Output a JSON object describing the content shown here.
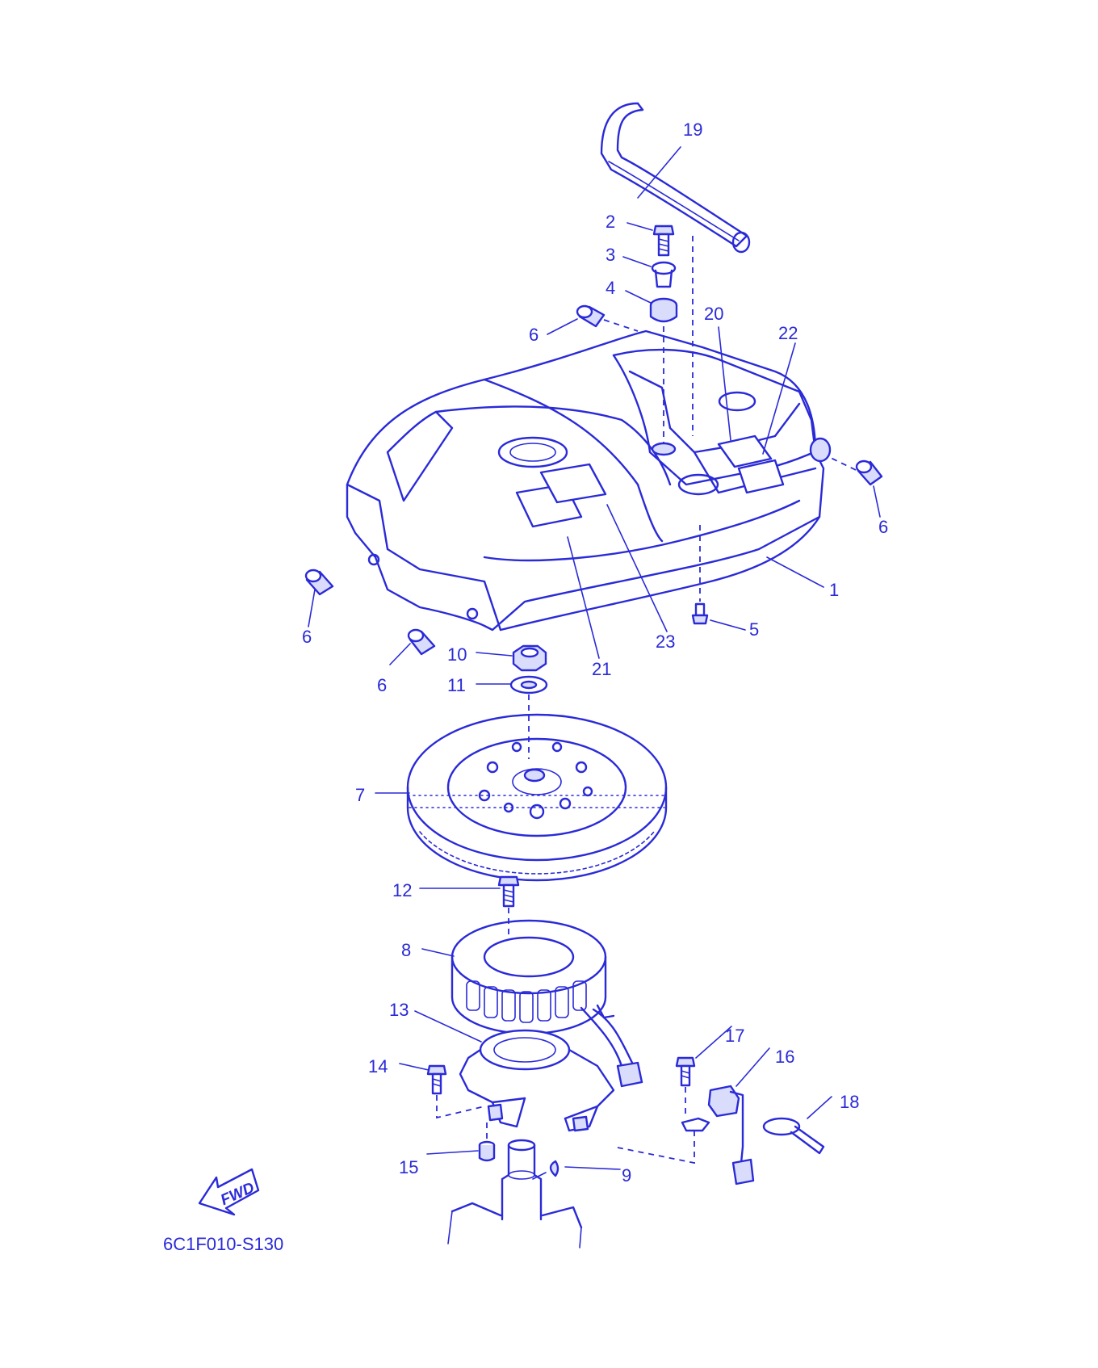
{
  "callouts": [
    {
      "id": "c1",
      "text": "1"
    },
    {
      "id": "c2",
      "text": "2"
    },
    {
      "id": "c3",
      "text": "3"
    },
    {
      "id": "c4",
      "text": "4"
    },
    {
      "id": "c5",
      "text": "5"
    },
    {
      "id": "c6a",
      "text": "6"
    },
    {
      "id": "c6b",
      "text": "6"
    },
    {
      "id": "c6c",
      "text": "6"
    },
    {
      "id": "c6d",
      "text": "6"
    },
    {
      "id": "c7",
      "text": "7"
    },
    {
      "id": "c8",
      "text": "8"
    },
    {
      "id": "c9",
      "text": "9"
    },
    {
      "id": "c10",
      "text": "10"
    },
    {
      "id": "c11",
      "text": "11"
    },
    {
      "id": "c12",
      "text": "12"
    },
    {
      "id": "c13",
      "text": "13"
    },
    {
      "id": "c14",
      "text": "14"
    },
    {
      "id": "c15",
      "text": "15"
    },
    {
      "id": "c16",
      "text": "16"
    },
    {
      "id": "c17",
      "text": "17"
    },
    {
      "id": "c18",
      "text": "18"
    },
    {
      "id": "c19",
      "text": "19"
    },
    {
      "id": "c20",
      "text": "20"
    },
    {
      "id": "c21",
      "text": "21"
    },
    {
      "id": "c22",
      "text": "22"
    },
    {
      "id": "c23",
      "text": "23"
    }
  ],
  "fwd_label": "FWD",
  "drawing_code": "6C1F010-S130",
  "colors": {
    "ink": "#2a2ad8",
    "background": "#ffffff"
  }
}
